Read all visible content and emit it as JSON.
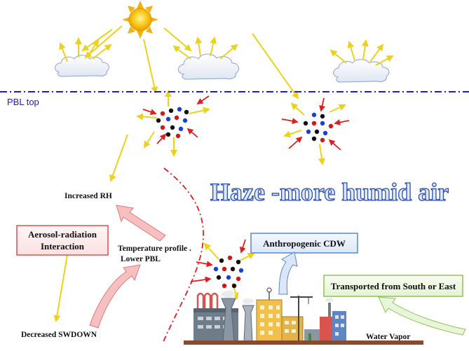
{
  "labels": {
    "pbl_top": "PBL top",
    "headline": "Haze -more humid air",
    "increased_rh": "Increased RH",
    "aerosol_radiation_line1": "Aerosol-radiation",
    "aerosol_radiation_line2": "Interaction",
    "temperature_profile": "Temperature profile .",
    "lower_pbl": "Lower PBL",
    "decreased_swdown": "Decreased SWDOWN",
    "anthropogenic_cdw": "Anthropogenic CDW",
    "transported": "Transported from South or East",
    "water_vapor": "Water Vapor"
  },
  "colors": {
    "pbl_line": "#1a1ad6",
    "headline_fill": "#dfe8f7",
    "headline_stroke": "#2a4fb5",
    "sun": "#f7c614",
    "ray_arrow": "#ecd21a",
    "red_arrow": "#e01e1e",
    "aerosol_red": "#d01818",
    "aerosol_blue": "#1a3fd6",
    "aerosol_black": "#111111",
    "cloud_fill": "#eef2f8",
    "cloud_stroke": "#8fa3c4",
    "ground": "#8b4a2b",
    "box_aerosol_border": "#e64b4b",
    "box_cdw_border": "#5b86c8",
    "box_transport_border": "#8fc15a"
  }
}
